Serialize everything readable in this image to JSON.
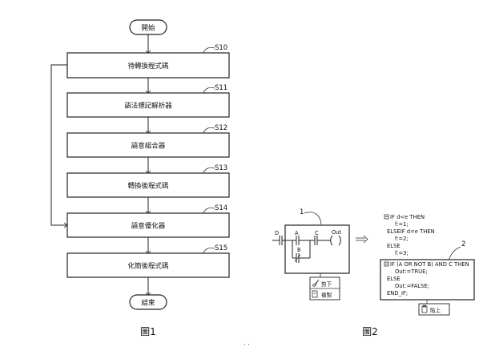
{
  "figure1": {
    "start": "開始",
    "end": "結束",
    "steps": [
      {
        "text": "待轉換程式碼",
        "label": "S10"
      },
      {
        "text": "語法標記解析器",
        "label": "S11"
      },
      {
        "text": "語意組合器",
        "label": "S12"
      },
      {
        "text": "轉換後程式碼",
        "label": "S13"
      },
      {
        "text": "語意優化器",
        "label": "S14"
      },
      {
        "text": "化簡後程式碼",
        "label": "S15"
      }
    ],
    "caption": "圖1"
  },
  "figure2": {
    "ref_ladder": "1",
    "ref_code": "2",
    "ladder": {
      "d": "D",
      "a": "A",
      "c": "C",
      "out": "Out",
      "b": "B"
    },
    "cut_label": "剪下",
    "copy_label": "複製",
    "paste_label": "貼上",
    "code_before": [
      "IF d<e THEN",
      "f:=1;",
      "ELSEIF d=e THEN",
      "f:=2;",
      "ELSE",
      "f:=3;"
    ],
    "code_after": [
      "IF (A OR NOT B) AND C THEN",
      "Out:=TRUE;",
      "ELSE",
      "Out:=FALSE;",
      "END_IF;"
    ],
    "caption": "圖2"
  },
  "footer_dots": ". ."
}
